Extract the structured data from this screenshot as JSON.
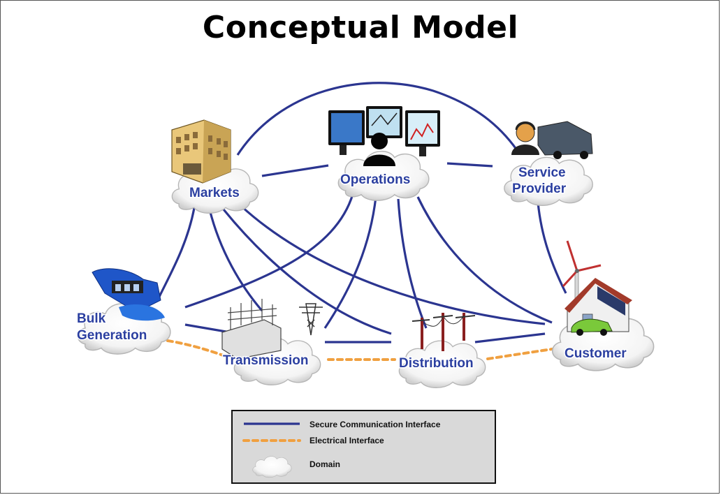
{
  "title": "Conceptual Model",
  "domains": {
    "markets": "Markets",
    "operations": "Operations",
    "service_provider_line1": "Service",
    "service_provider_line2": "Provider",
    "bulk_generation_line1": "Bulk",
    "bulk_generation_line2": "Generation",
    "transmission": "Transmission",
    "distribution": "Distribution",
    "customer": "Customer"
  },
  "legend": {
    "secure_communication": "Secure Communication Interface",
    "electrical": "Electrical Interface",
    "domain": "Domain"
  },
  "colors": {
    "communication_line": "#2b3590",
    "electrical_line": "#f0a040",
    "label_text": "#2b3fa0",
    "cloud_fill": "#ffffff",
    "legend_bg": "#d9d9d9"
  }
}
